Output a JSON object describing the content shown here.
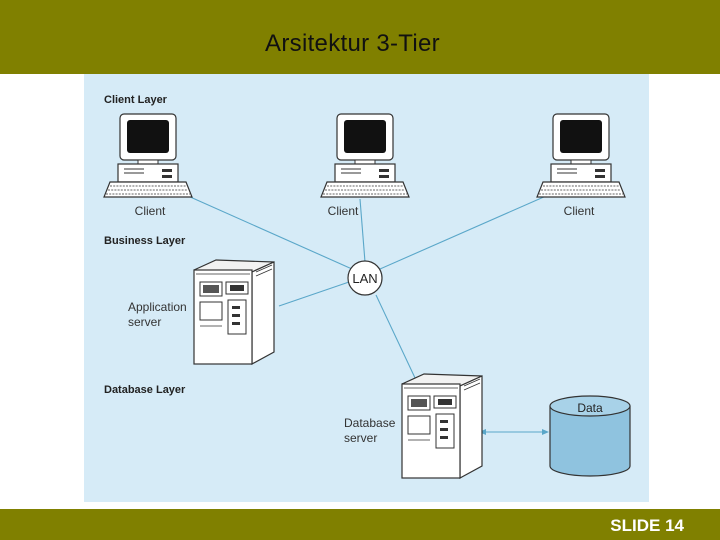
{
  "title": "Arsitektur 3-Tier",
  "slide_label": "SLIDE 14",
  "layers": {
    "client": "Client Layer",
    "business": "Business Layer",
    "database": "Database Layer"
  },
  "nodes": {
    "client_left": "Client",
    "client_middle": "Client",
    "client_right": "Client",
    "lan": "LAN",
    "app_server_line1": "Application",
    "app_server_line2": "server",
    "db_server_line1": "Database",
    "db_server_line2": "server",
    "data": "Data"
  },
  "colors": {
    "bar": "#808000",
    "panel": "#d6ebf7",
    "link": "#5aa7c9",
    "data_store": "#8fc3df"
  }
}
